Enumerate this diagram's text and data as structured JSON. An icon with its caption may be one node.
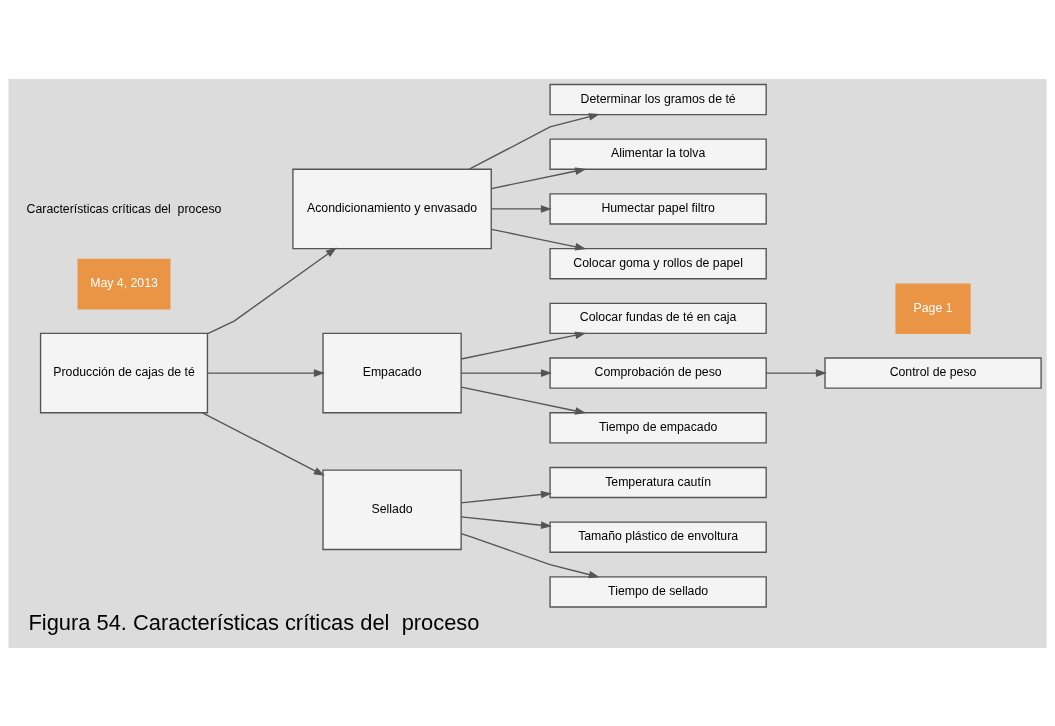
{
  "diagram": {
    "caption": "Figura 54. Características críticas del  proceso",
    "nodes": [
      {
        "text": [
          "Producción de cajas de té"
        ]
      },
      {
        "text": [
          "Acondicionamiento y envasado"
        ]
      },
      {
        "text": [
          "Determinar los gramos de té"
        ]
      },
      {
        "text": [
          "Alimentar la tolva"
        ]
      },
      {
        "text": [
          "Humectar papel filtro"
        ]
      },
      {
        "text": [
          "Colocar goma y rollos de papel"
        ]
      },
      {
        "text": [
          "Empacado"
        ]
      },
      {
        "text": [
          "Colocar fundas de té en caja"
        ]
      },
      {
        "text": [
          "Comprobación de peso"
        ]
      },
      {
        "text": [
          "Control de peso"
        ]
      },
      {
        "text": [
          "Tiempo de empacado"
        ]
      },
      {
        "text": [
          "Sellado"
        ]
      },
      {
        "text": [
          "Temperatura cautín"
        ]
      },
      {
        "text": [
          "Tamaño plástico de envoltura"
        ]
      },
      {
        "text": [
          "Tiempo de sellado"
        ]
      }
    ],
    "edges": [
      {
        "from": 0,
        "to": 1,
        "arrow": "to"
      },
      {
        "from": 0,
        "to": 6,
        "arrow": "to"
      },
      {
        "from": 0,
        "to": 11,
        "arrow": "to"
      },
      {
        "from": 1,
        "to": 2,
        "arrow": "to"
      },
      {
        "from": 1,
        "to": 3,
        "arrow": "to"
      },
      {
        "from": 1,
        "to": 4,
        "arrow": "to"
      },
      {
        "from": 1,
        "to": 5,
        "arrow": "to"
      },
      {
        "from": 6,
        "to": 7,
        "arrow": "to"
      },
      {
        "from": 6,
        "to": 8,
        "arrow": "to"
      },
      {
        "from": 6,
        "to": 10,
        "arrow": "to"
      },
      {
        "from": 8,
        "to": 9,
        "arrow": "to"
      },
      {
        "from": 11,
        "to": 12,
        "arrow": "to"
      },
      {
        "from": 11,
        "to": 13,
        "arrow": "to"
      },
      {
        "from": 11,
        "to": 14,
        "arrow": "to"
      }
    ],
    "labels": [
      "May 4, 2013",
      "Características críticas del  proceso",
      "Page 1"
    ]
  }
}
